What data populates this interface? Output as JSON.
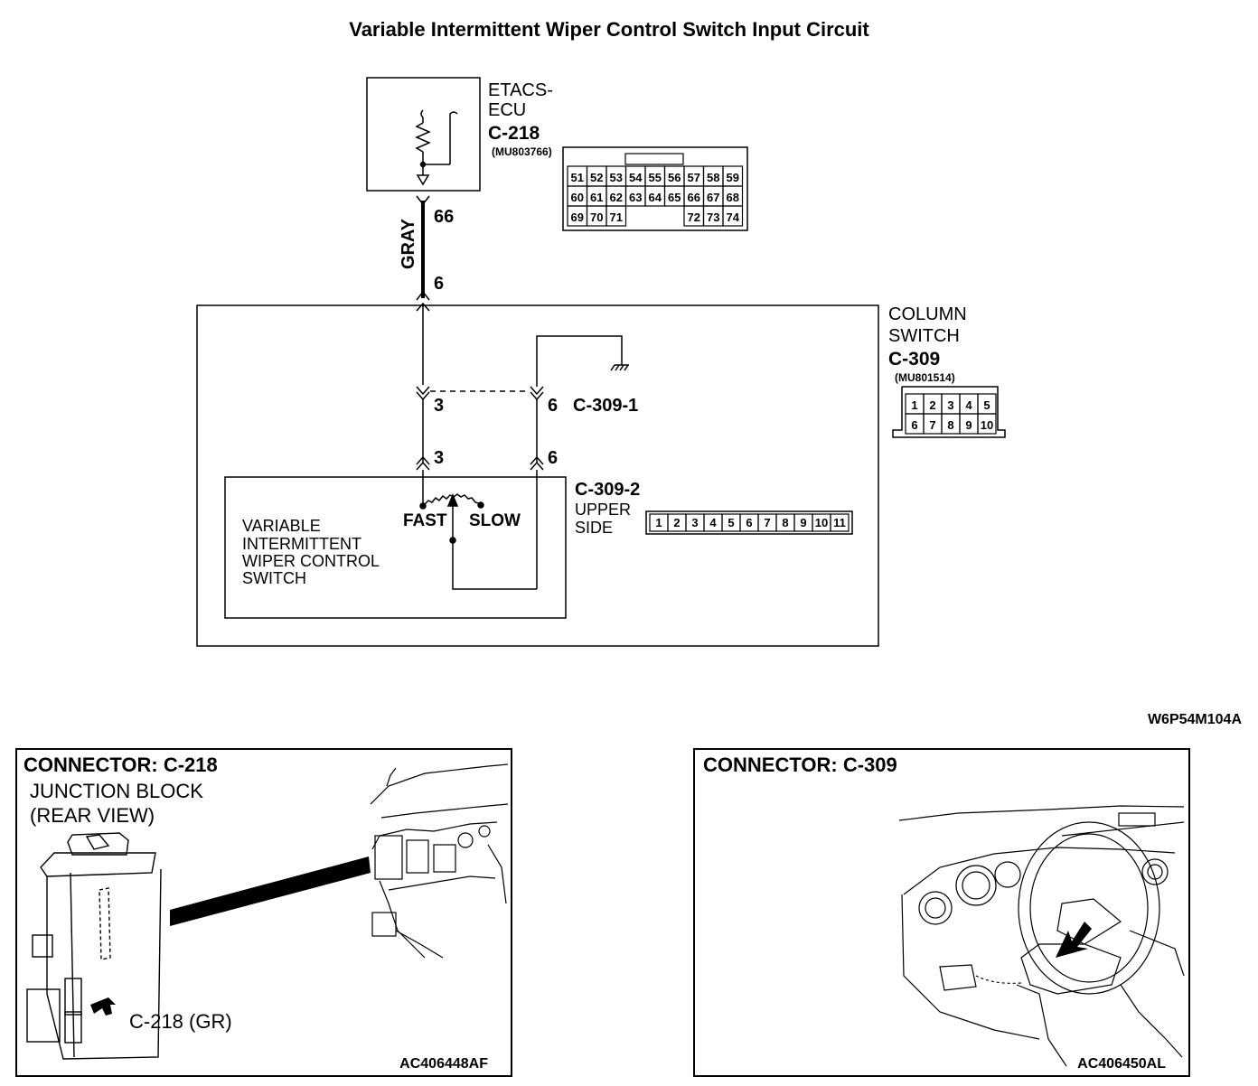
{
  "title": "Variable Intermittent Wiper Control Switch Input Circuit",
  "ecu": {
    "name_line1": "ETACS-",
    "name_line2": "ECU",
    "connector": "C-218",
    "part_no": "(MU803766)",
    "grid_rows": [
      [
        "51",
        "52",
        "53",
        "54",
        "55",
        "56",
        "57",
        "58",
        "59"
      ],
      [
        "60",
        "61",
        "62",
        "63",
        "64",
        "65",
        "66",
        "67",
        "68"
      ],
      [
        "69",
        "70",
        "71",
        "",
        "",
        "",
        "72",
        "73",
        "74"
      ]
    ]
  },
  "wire": {
    "color": "GRAY",
    "pin_top": "66",
    "pin_bottom": "6"
  },
  "column_switch": {
    "name_line1": "COLUMN",
    "name_line2": "SWITCH",
    "connector": "C-309",
    "part_no": "(MU801514)",
    "grid_rows": [
      [
        "1",
        "2",
        "3",
        "4",
        "5"
      ],
      [
        "6",
        "7",
        "8",
        "9",
        "10"
      ]
    ],
    "c309_1": {
      "label": "C-309-1",
      "pin_left": "3",
      "pin_right": "6"
    },
    "c309_2": {
      "label": "C-309-2",
      "pin_left": "3",
      "pin_right": "6",
      "side_line1": "UPPER",
      "side_line2": "SIDE",
      "cells": [
        "1",
        "2",
        "3",
        "4",
        "5",
        "6",
        "7",
        "8",
        "9",
        "10",
        "11"
      ]
    }
  },
  "switch": {
    "line1": "VARIABLE",
    "line2": "INTERMITTENT",
    "line3": "WIPER CONTROL",
    "line4": "SWITCH",
    "fast": "FAST",
    "slow": "SLOW"
  },
  "diagram_code": "W6P54M104A",
  "panel_left": {
    "title": "CONNECTOR: C-218",
    "sub1": "JUNCTION BLOCK",
    "sub2": "(REAR VIEW)",
    "callout": "C-218 (GR)",
    "code": "AC406448AF"
  },
  "panel_right": {
    "title": "CONNECTOR: C-309",
    "code": "AC406450AL"
  }
}
